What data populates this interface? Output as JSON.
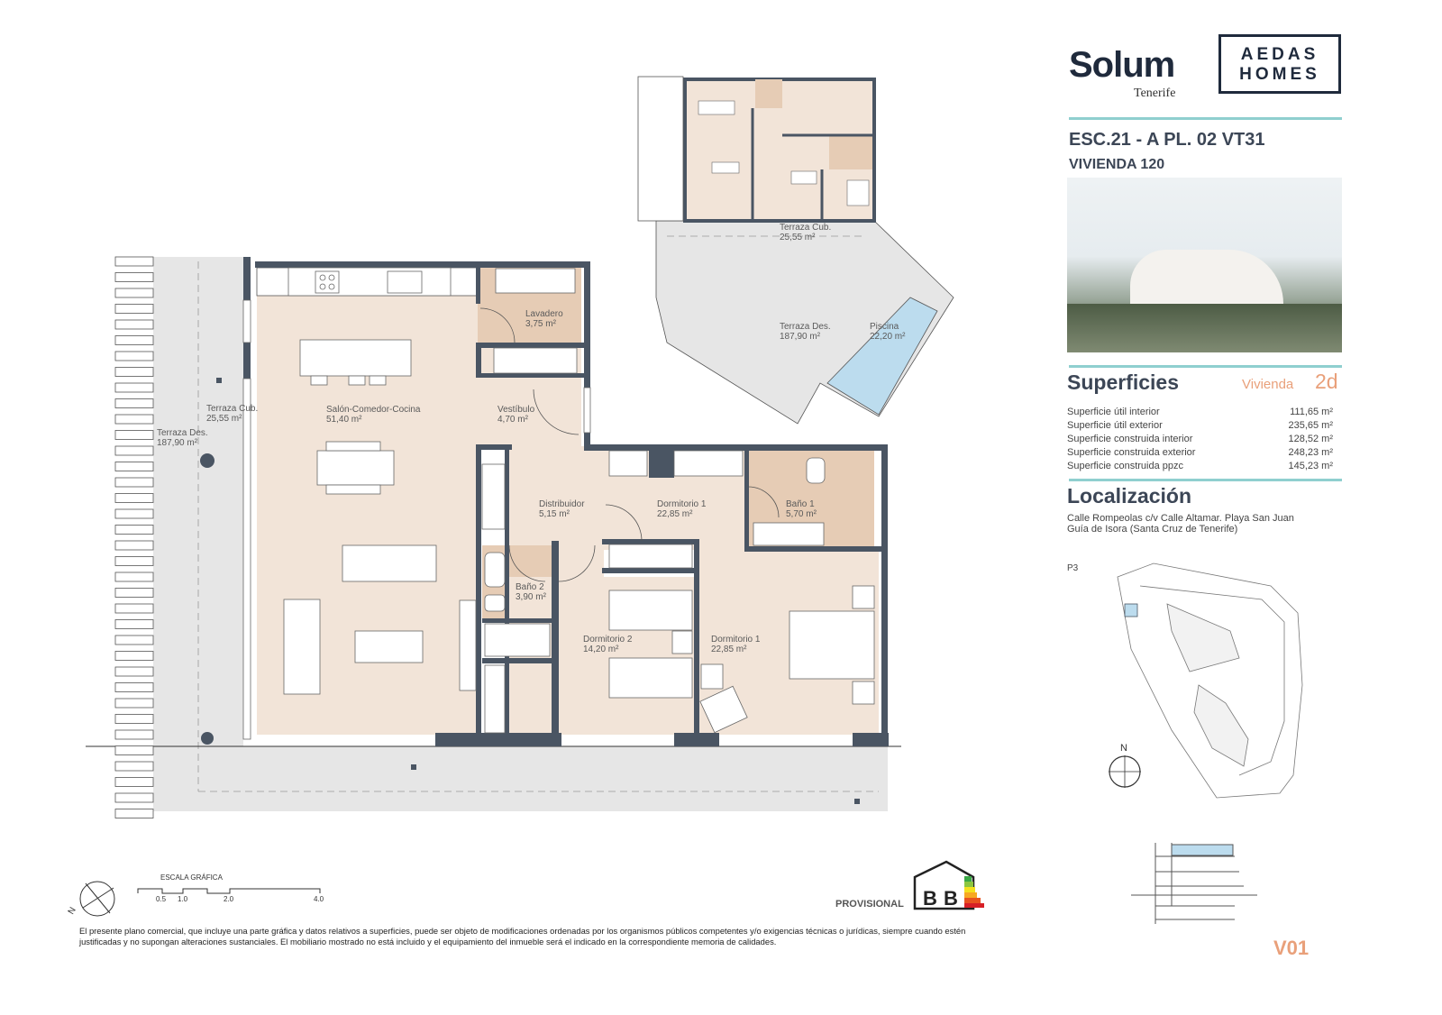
{
  "brand": {
    "name": "Solum",
    "location": "Tenerife",
    "partner_line1": "AEDAS",
    "partner_line2": "HOMES"
  },
  "unit": {
    "code": "ESC.21 - A  PL. 02 VT31",
    "title": "VIVIENDA 120"
  },
  "superficies": {
    "heading": "Superficies",
    "tag": "Vivienda",
    "type": "2d",
    "rows": [
      {
        "label": "Superficie útil interior",
        "value": "111,65 m²"
      },
      {
        "label": "Superficie útil exterior",
        "value": "235,65 m²"
      },
      {
        "label": "Superficie construida interior",
        "value": "128,52 m²"
      },
      {
        "label": "Superficie construida exterior",
        "value": "248,23 m²"
      },
      {
        "label": "Superficie construida ppzc",
        "value": "145,23 m²"
      }
    ]
  },
  "localizacion": {
    "heading": "Localización",
    "line1": "Calle Rompeolas c/v Calle Altamar. Playa San Juan",
    "line2": "Guía de Isora (Santa Cruz de Tenerife)"
  },
  "site_plan": {
    "floor": "P3",
    "north": "N"
  },
  "rooms": {
    "salon": {
      "name": "Salón-Comedor-Cocina",
      "area": "51,40 m²"
    },
    "lavadero": {
      "name": "Lavadero",
      "area": "3,75 m²"
    },
    "vestibulo": {
      "name": "Vestíbulo",
      "area": "4,70 m²"
    },
    "distribuidor": {
      "name": "Distribuidor",
      "area": "5,15 m²"
    },
    "dormitorio1_upper": {
      "name": "Dormitorio 1",
      "area": "22,85 m²"
    },
    "bano1": {
      "name": "Baño 1",
      "area": "5,70 m²"
    },
    "bano2": {
      "name": "Baño 2",
      "area": "3,90 m²"
    },
    "dormitorio2": {
      "name": "Dormitorio 2",
      "area": "14,20 m²"
    },
    "dormitorio1_lower": {
      "name": "Dormitorio 1",
      "area": "22,85 m²"
    },
    "terraza_cub": {
      "name": "Terraza Cub.",
      "area": "25,55 m²"
    },
    "terraza_des": {
      "name": "Terraza Des.",
      "area": "187,90 m²"
    }
  },
  "key_plan": {
    "terraza_cub": {
      "name": "Terraza Cub.",
      "area": "25,55 m²"
    },
    "terraza_des": {
      "name": "Terraza Des.",
      "area": "187,90 m²"
    },
    "piscina": {
      "name": "Piscina",
      "area": "22,20 m²"
    }
  },
  "scale": {
    "title": "ESCALA GRÁFICA",
    "ticks": [
      "0.5",
      "1.0",
      "2.0",
      "4.0"
    ],
    "north": "N"
  },
  "energy": {
    "status": "PROVISIONAL",
    "rating_consumption": "B",
    "rating_emissions": "B"
  },
  "disclaimer": "El presente plano comercial, que incluye una parte gráfica y datos relativos a superficies, puede ser objeto de modificaciones ordenadas por los organismos públicos competentes y/o exigencias técnicas o jurídicas, siempre cuando estén justificadas y no supongan alteraciones sustanciales. El mobiliario mostrado no está incluido y el equipamiento del inmueble será el indicado en la correspondiente memoria de calidades.",
  "version": "V01",
  "colors": {
    "wall": "#4a5563",
    "room": "#f2e4d8",
    "wet_room": "#e6ccb5",
    "terrace": "#e6e6e6",
    "pool": "#bcdcee",
    "accent": "#e9a07a",
    "rule": "#8fcfcf",
    "text": "#3c4656"
  }
}
